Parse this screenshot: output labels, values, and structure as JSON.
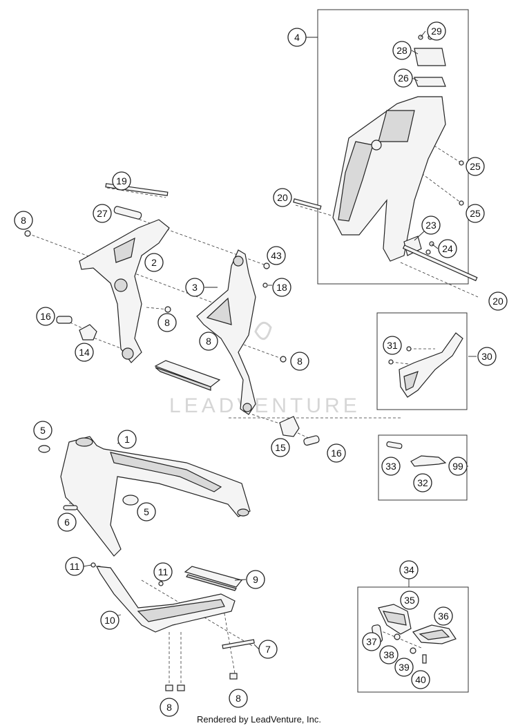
{
  "watermark": "LEADVENTURE",
  "footer": "Rendered by LeadVenture, Inc.",
  "callouts": {
    "c4": "4",
    "c29": "29",
    "c28": "28",
    "c26": "26",
    "c25a": "25",
    "c25b": "25",
    "c20a": "20",
    "c23": "23",
    "c24": "24",
    "c20b": "20",
    "c19": "19",
    "c27": "27",
    "c8a": "8",
    "c2": "2",
    "c43": "43",
    "c3": "3",
    "c18": "18",
    "c16a": "16",
    "c14": "14",
    "c8b": "8",
    "c8c": "8",
    "c8d": "8",
    "c31": "31",
    "c30": "30",
    "c5a": "5",
    "c1": "1",
    "c15": "15",
    "c16b": "16",
    "c33": "33",
    "c99": "99",
    "c32": "32",
    "c6": "6",
    "c5b": "5",
    "c11a": "11",
    "c11b": "11",
    "c9": "9",
    "c10": "10",
    "c7": "7",
    "c8e": "8",
    "c8f": "8",
    "c34": "34",
    "c35": "35",
    "c36": "36",
    "c37": "37",
    "c38": "38",
    "c39": "39",
    "c40": "40"
  }
}
